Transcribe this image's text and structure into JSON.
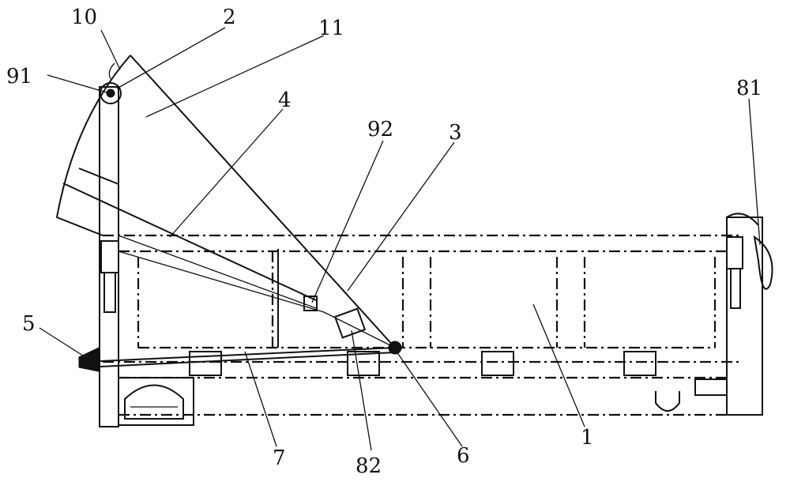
{
  "figure": {
    "labels": [
      {
        "id": "10",
        "text": "10"
      },
      {
        "id": "2",
        "text": "2"
      },
      {
        "id": "11",
        "text": "11"
      },
      {
        "id": "91",
        "text": "91"
      },
      {
        "id": "4",
        "text": "4"
      },
      {
        "id": "92",
        "text": "92"
      },
      {
        "id": "3",
        "text": "3"
      },
      {
        "id": "81",
        "text": "81"
      },
      {
        "id": "5",
        "text": "5"
      },
      {
        "id": "1",
        "text": "1"
      },
      {
        "id": "6",
        "text": "6"
      },
      {
        "id": "82",
        "text": "82"
      },
      {
        "id": "7",
        "text": "7"
      }
    ]
  }
}
